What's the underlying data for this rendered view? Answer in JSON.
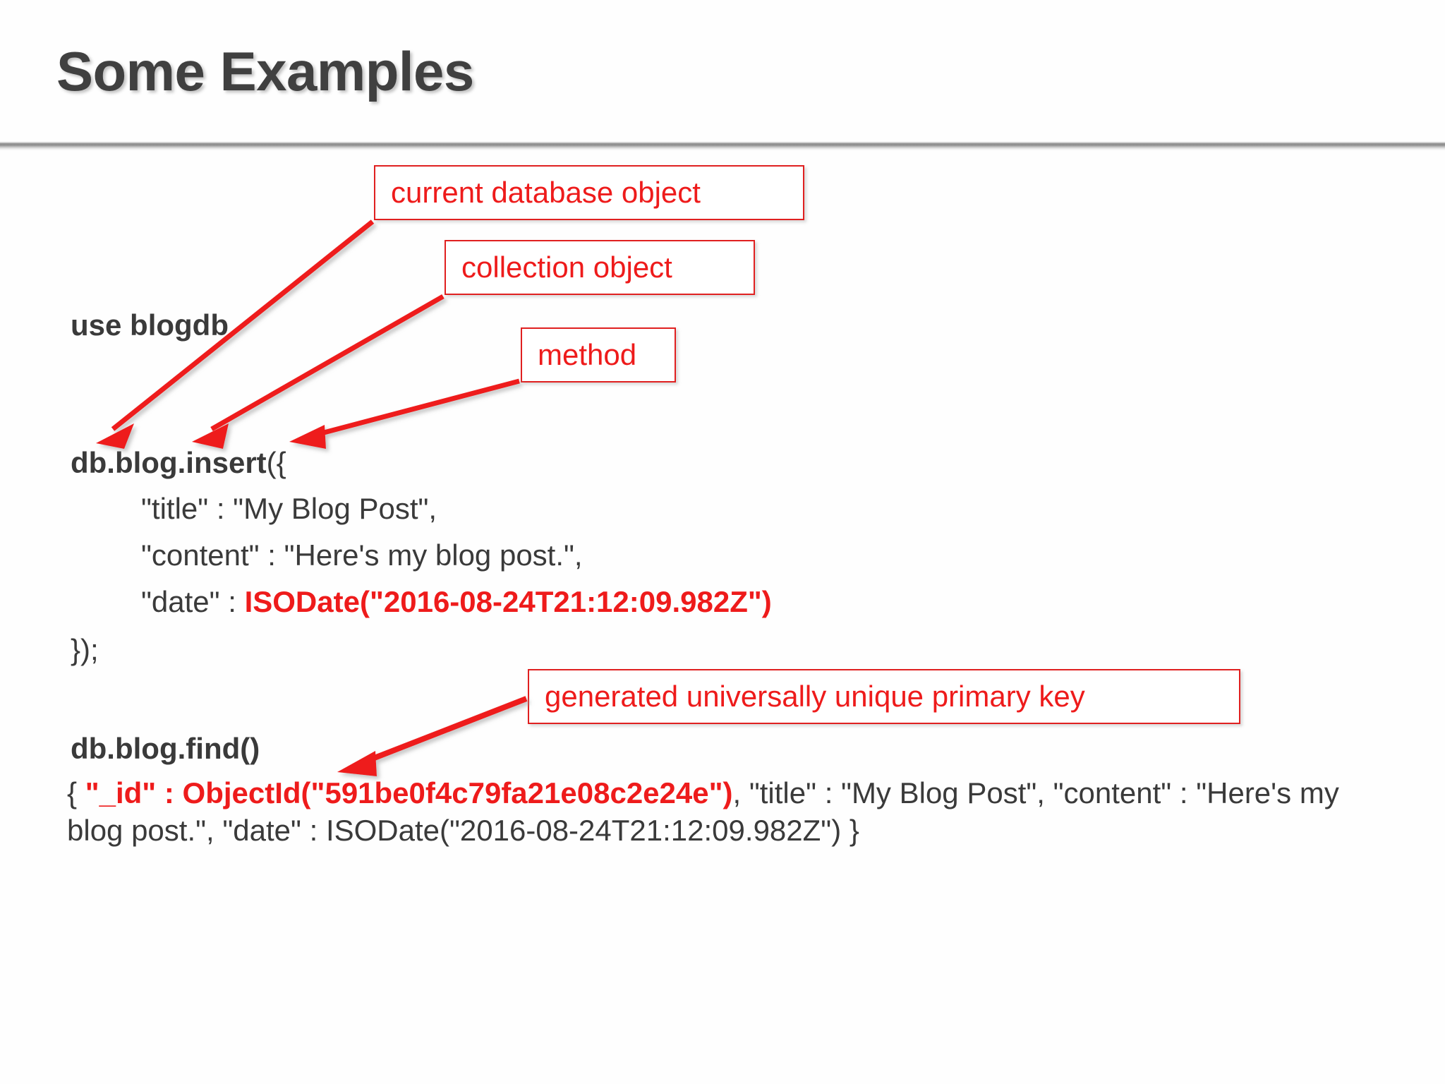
{
  "slide": {
    "title": "Some Examples",
    "background_color": "#fefefe",
    "title_color": "#404040",
    "accent_color": "#ee1b1b"
  },
  "callouts": [
    {
      "id": "current-database-object",
      "label": "current database object"
    },
    {
      "id": "collection-object",
      "label": "collection object"
    },
    {
      "id": "method",
      "label": "method"
    },
    {
      "id": "primary-key",
      "label": "generated universally unique primary key"
    }
  ],
  "code": {
    "use_statement": "use blogdb",
    "insert": {
      "call_bold": "db.blog.insert",
      "call_tail": "({",
      "field_title": "\"title\" : \"My Blog Post\",",
      "field_content": "\"content\" : \"Here's my blog post.\",",
      "field_date_key": "\"date\" : ",
      "field_date_value": "ISODate(\"2016-08-24T21:12:09.982Z\")",
      "closing": "});"
    },
    "find": {
      "command": "db.blog.find()",
      "result_open_brace": "{ ",
      "result_id": "\"_id\" : ObjectId(\"591be0f4c79fa21e08c2e24e\")",
      "result_rest": ", \"title\" : \"My Blog Post\", \"content\" : \"Here's my blog post.\", \"date\" : ISODate(\"2016-08-24T21:12:09.982Z\") }"
    }
  }
}
